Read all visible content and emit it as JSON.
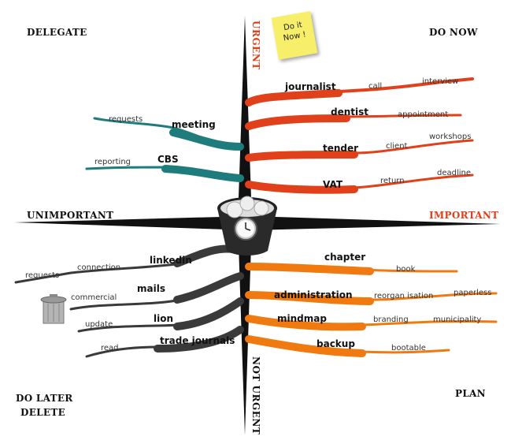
{
  "quadrants": {
    "top_left": "DELEGATE",
    "top_right": "DO NOW",
    "bottom_left_line1": "DO LATER",
    "bottom_left_line2": "DELETE",
    "bottom_right": "PLAN"
  },
  "axes": {
    "top": "URGENT",
    "bottom": "NOT URGENT",
    "left": "UNIMPORTANT",
    "right": "IMPORTANT"
  },
  "sticky_note": {
    "line1": "Do it",
    "line2": "Now !"
  },
  "colors": {
    "red": "#e0401a",
    "teal": "#1f7c7c",
    "orange": "#f07a10",
    "dark": "#3a3a3a",
    "important": "#e0401a"
  },
  "branches": {
    "do_now": [
      {
        "keyword": "journalist",
        "sub1": "call",
        "sub2": "interview"
      },
      {
        "keyword": "dentist",
        "sub1": "appointment",
        "sub2": ""
      },
      {
        "keyword": "tender",
        "sub1": "client",
        "sub2": "workshops"
      },
      {
        "keyword": "VAT",
        "sub1": "return",
        "sub2": "deadline"
      }
    ],
    "delegate": [
      {
        "keyword": "meeting",
        "sub1": "requests"
      },
      {
        "keyword": "CBS",
        "sub1": "reporting"
      }
    ],
    "later": [
      {
        "keyword": "linkedin",
        "sub1": "connection",
        "sub2": "requests"
      },
      {
        "keyword": "mails",
        "sub1": "commercial"
      },
      {
        "keyword": "lion",
        "sub1": "update"
      },
      {
        "keyword": "trade journals",
        "sub1": "read"
      }
    ],
    "plan": [
      {
        "keyword": "chapter",
        "sub1": "book"
      },
      {
        "keyword": "administration",
        "sub1": "reorgan isation",
        "sub2": "paperless"
      },
      {
        "keyword": "mindmap",
        "sub1": "branding",
        "sub2": "municipality"
      },
      {
        "keyword": "backup",
        "sub1": "bootable"
      }
    ]
  }
}
